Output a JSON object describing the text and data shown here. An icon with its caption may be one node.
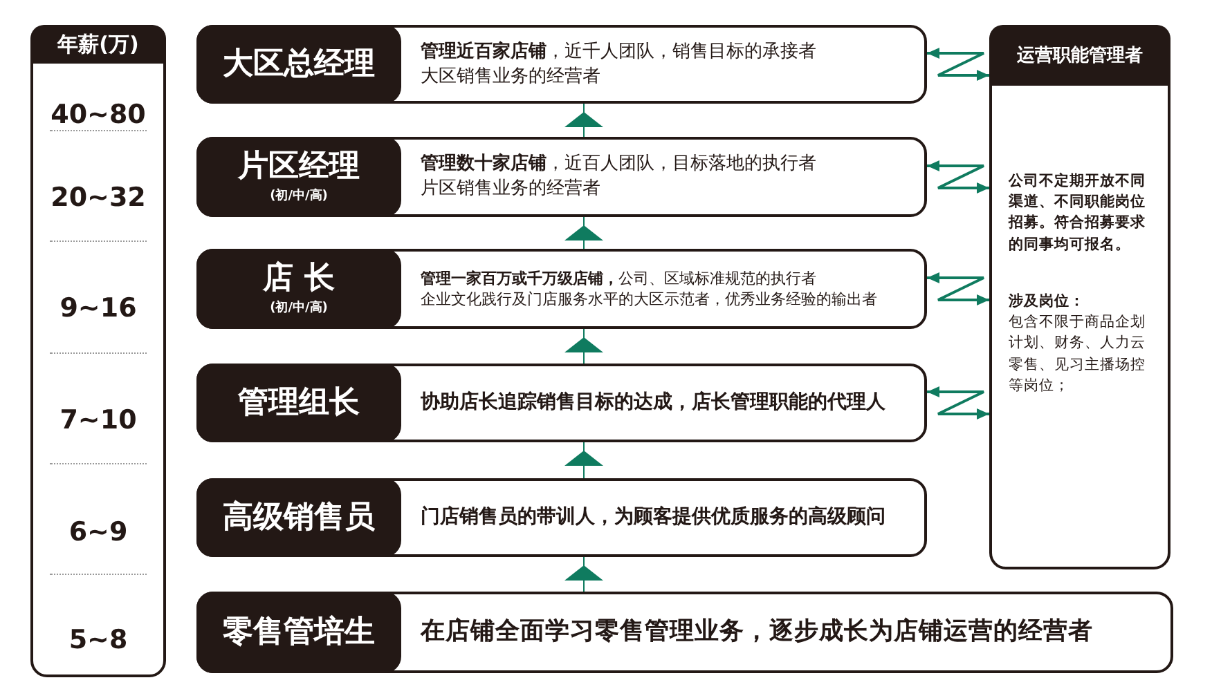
{
  "diagram": {
    "nodes": [
      {
        "text": [
          "年薪(万)",
          "40~80",
          "20~32",
          "9~16",
          "7~10",
          "6~9",
          "5~8"
        ]
      },
      {
        "text": [
          "大区总经理",
          "**管理近百家店铺**，近千人团队，销售目标的承接者",
          "大区销售业务的经营者"
        ]
      },
      {
        "text": [
          "片区经理",
          "(初/中/高)",
          "**管理数十家店铺**，近百人团队，目标落地的执行者",
          "片区销售业务的经营者"
        ]
      },
      {
        "text": [
          "店 长",
          "(初/中/高)",
          "**管理一家百万或千万级店铺，**公司、区域标准规范的执行者",
          "企业文化践行及门店服务水平的大区示范者，优秀业务经验的输出者"
        ]
      },
      {
        "text": [
          "管理组长",
          "协助店长追踪销售目标的达成，店长管理职能的代理人"
        ]
      },
      {
        "text": [
          "高级销售员",
          "门店销售员的带训人，为顾客提供优质服务的高级顾问"
        ]
      },
      {
        "text": [
          "零售管培生",
          "在店铺全面学习零售管理业务，逐步成长为店铺运营的经营者"
        ]
      },
      {
        "text": [
          "运营职能管理者",
          "公司不定期开放不同渠道、不同职能岗位招募。符合招募要求的同事均可报名。",
          "涉及岗位：",
          "包含不限于商品企划计划、财务、人力云零售、见习主播场控等岗位；"
        ]
      }
    ],
    "edges": [
      {
        "from": 2,
        "to": 1,
        "arrow": "to"
      },
      {
        "from": 3,
        "to": 2,
        "arrow": "to"
      },
      {
        "from": 4,
        "to": 3,
        "arrow": "to"
      },
      {
        "from": 5,
        "to": 4,
        "arrow": "to"
      },
      {
        "from": 6,
        "to": 5,
        "arrow": "to"
      },
      {
        "from": 1,
        "to": 7,
        "arrow": "both"
      },
      {
        "from": 2,
        "to": 7,
        "arrow": "both"
      },
      {
        "from": 3,
        "to": 7,
        "arrow": "both"
      },
      {
        "from": 4,
        "to": 7,
        "arrow": "both"
      }
    ]
  }
}
